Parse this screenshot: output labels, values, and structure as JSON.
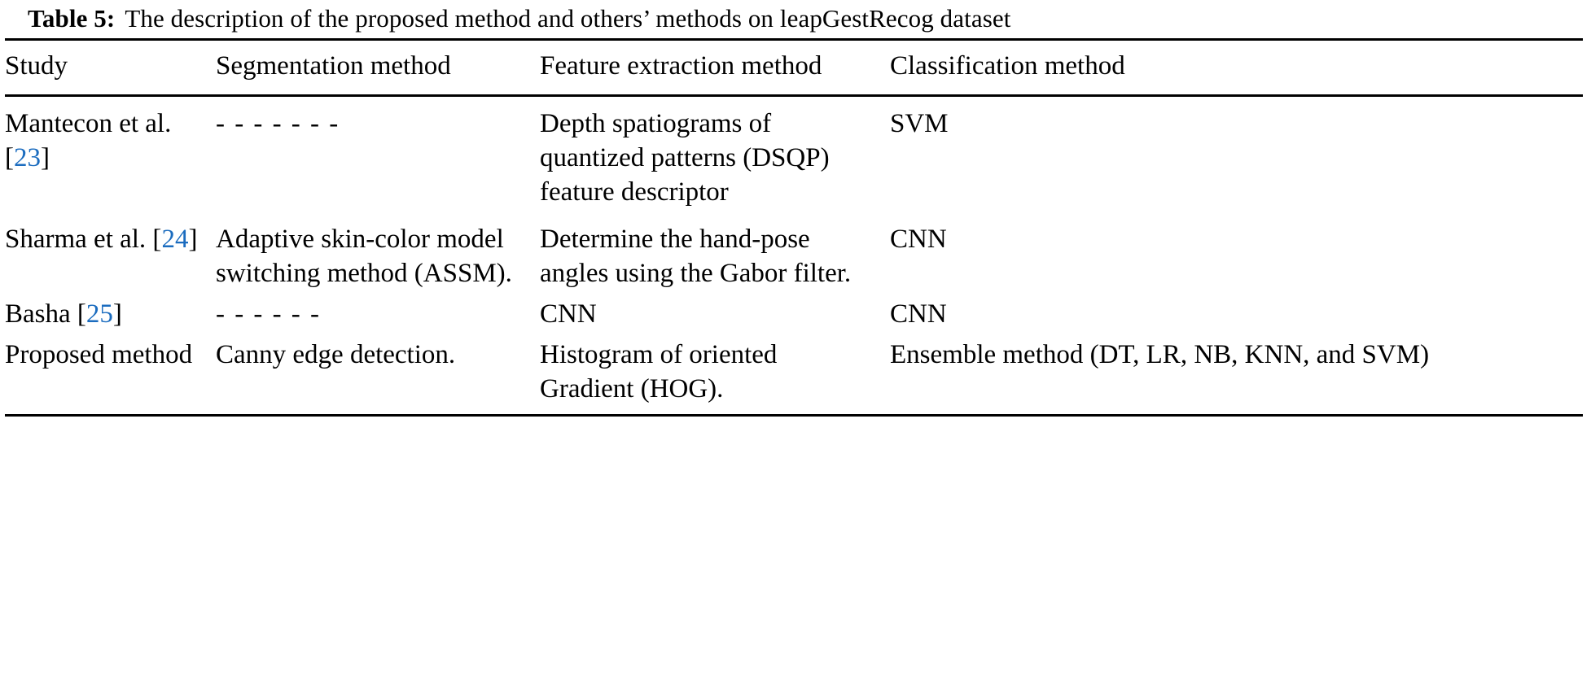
{
  "caption": {
    "label": "Table 5:",
    "text": "The description of the proposed method and others’ methods on leapGestRecog dataset"
  },
  "colors": {
    "citation_link": "#1b6cbf",
    "rule": "#000000",
    "text": "#000000",
    "background": "#ffffff"
  },
  "table": {
    "columns": [
      {
        "id": "study",
        "header": "Study"
      },
      {
        "id": "segmentation",
        "header": "Segmentation method"
      },
      {
        "id": "feature",
        "header": "Feature extraction method"
      },
      {
        "id": "classification",
        "header": "Classification method"
      }
    ],
    "rows": [
      {
        "study_name": "Mantecon et al. [",
        "study_cite": "23",
        "study_close": "]",
        "segmentation": "- - - - - - -",
        "feature": "Depth spatiograms of quantized patterns (DSQP) feature descriptor",
        "classification": "SVM"
      },
      {
        "study_name": "Sharma et al. [",
        "study_cite": "24",
        "study_close": "]",
        "segmentation": "Adaptive skin-color model switching method (ASSM).",
        "feature": "Determine the hand-pose angles using the Gabor filter.",
        "classification": "CNN"
      },
      {
        "study_name": "Basha [",
        "study_cite": "25",
        "study_close": "]",
        "segmentation": "- - - - - -",
        "feature": "CNN",
        "classification": "CNN"
      },
      {
        "study_name": "Proposed method",
        "study_cite": "",
        "study_close": "",
        "segmentation": "Canny edge detection.",
        "feature": "Histogram of oriented Gradient (HOG).",
        "classification": "Ensemble method (DT, LR, NB, KNN, and SVM)"
      }
    ]
  }
}
